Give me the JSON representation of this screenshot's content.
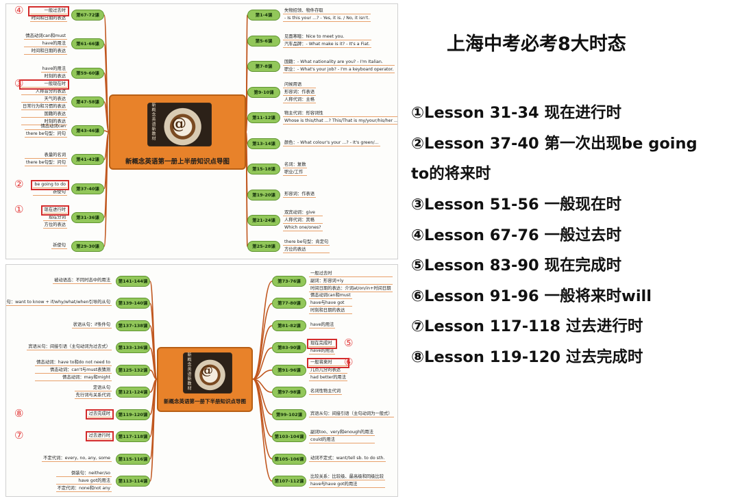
{
  "side_title": "上海中考必考8大时态",
  "tenses": [
    "①Lesson 31-34 现在进行时",
    "②Lesson 37-40 第一次出现be going",
    "to的将来时",
    "③Lesson 51-56 一般现在时",
    "④Lesson 67-76 一般过去时",
    "⑤Lesson 83-90  现在完成时",
    "⑥Lesson 91-96 一般将来时will",
    "⑦Lesson 117-118 过去进行时",
    "⑧Lesson 119-120 过去完成时"
  ],
  "map_top": {
    "center_title": "新概念英语第一册上半册知识点导图",
    "center_vertical": [
      "新概念英语新教材"
    ],
    "cup_symbol": "@",
    "left_nodes": [
      {
        "label": "第67-72课",
        "leaves": [
          "一般过去时",
          "时间和日期的表达"
        ],
        "marker": "④"
      },
      {
        "label": "第61-66课",
        "leaves": [
          "情态动词can和must",
          "have的用法",
          "时间和日期的表达"
        ]
      },
      {
        "label": "第59-60课",
        "leaves": [
          "have的用法",
          "时刻的表达"
        ]
      },
      {
        "label": "第47-58课",
        "leaves": [
          "一般现在时",
          "人称音分的表达",
          "天气的表达",
          "日常行为和习惯的表达",
          "国籍的表达",
          "时刻的表达"
        ],
        "marker": "③"
      },
      {
        "label": "第43-46课",
        "leaves": [
          "情态动词can",
          "there be句型：问句"
        ]
      },
      {
        "label": "第41-42课",
        "leaves": [
          "表量的名词",
          "there be句型：问句"
        ]
      },
      {
        "label": "第37-40课",
        "leaves": [
          "be going to do",
          "祈使句"
        ],
        "marker": "②"
      },
      {
        "label": "第31-36课",
        "leaves": [
          "现在进行时",
          "现在分词",
          "方位的表达"
        ],
        "marker": "①"
      },
      {
        "label": "第29-30课",
        "leaves": [
          "祈使句"
        ]
      }
    ],
    "right_nodes": [
      {
        "label": "第1-4课",
        "leaves": [
          "失物招领、物件存取",
          "- Is this your ...? - Yes, it is. / No, it isn't."
        ]
      },
      {
        "label": "第5-6课",
        "leaves": [
          "见面寒暄：Nice to meet you.",
          "汽车品牌：- What make is it? - It's a Fiat."
        ]
      },
      {
        "label": "第7-8课",
        "leaves": [
          "国籍：- What nationality are you? - I'm Italian.",
          "职业：- What's your job? - I'm a keyboard operator."
        ]
      },
      {
        "label": "第9-10课",
        "leaves": [
          "问候用语",
          "形容词：作表语",
          "人称代词：主格"
        ]
      },
      {
        "label": "第11-12课",
        "leaves": [
          "物主代词：形容词性",
          "Whose is this/that ...? This/That is my/your/his/her ..."
        ]
      },
      {
        "label": "第13-14课",
        "leaves": [
          "颜色：- What colour's your ...? - It's green/..."
        ]
      },
      {
        "label": "第15-18课",
        "leaves": [
          "名词：复数",
          "职业/工作"
        ]
      },
      {
        "label": "第19-20课",
        "leaves": [
          "形容词：作表语"
        ]
      },
      {
        "label": "第21-24课",
        "leaves": [
          "双宾动词：give",
          "人称代词：宾格",
          "Which one/ones?"
        ]
      },
      {
        "label": "第25-28课",
        "leaves": [
          "there be句型：肯定句",
          "方位的表达"
        ]
      }
    ]
  },
  "map_bottom": {
    "center_title": "新概念英语第一册下半册知识点导图",
    "center_vertical": [
      "新概念英语新教材"
    ],
    "cup_symbol": "@",
    "left_nodes": [
      {
        "label": "第141-144课",
        "leaves": [
          "被动语态：不同时态中的用法"
        ]
      },
      {
        "label": "第139-140课",
        "leaves": [
          "宾语从句：want to know + if/why/what/when引导的从句"
        ]
      },
      {
        "label": "第137-138课",
        "leaves": [
          "状语从句：if条件句"
        ]
      },
      {
        "label": "第133-136课",
        "leaves": [
          "宾语从句：间接引语（主句动词为过去式）"
        ]
      },
      {
        "label": "第125-132课",
        "leaves": [
          "情态动词：have to和do not need to",
          "情态动词：can't与must表猜测",
          "情态动词：may和might"
        ]
      },
      {
        "label": "第121-124课",
        "leaves": [
          "定语从句",
          "先行词与关系代词"
        ]
      },
      {
        "label": "第119-120课",
        "leaves": [
          "过去完成时"
        ],
        "marker": "⑧"
      },
      {
        "label": "第117-118课",
        "leaves": [
          "过去进行时"
        ],
        "marker": "⑦"
      },
      {
        "label": "第115-116课",
        "leaves": [
          "不定代词：every, no, any, some"
        ]
      },
      {
        "label": "第113-114课",
        "leaves": [
          "倒装句：neither/so",
          "have got的用法",
          "不定代词：none和not any"
        ]
      }
    ],
    "right_nodes": [
      {
        "label": "第73-76课",
        "leaves": [
          "一般过去时",
          "副词：形容词+ly",
          "时间日期的表达：介词at/on/in+时间日期"
        ]
      },
      {
        "label": "第77-80课",
        "leaves": [
          "情态动词can和must",
          "have与have got",
          "时刻和日期的表达"
        ]
      },
      {
        "label": "第81-82课",
        "leaves": [
          "have的用法"
        ]
      },
      {
        "label": "第83-90课",
        "leaves": [
          "现在完成时",
          "have的用法"
        ],
        "marker": "⑤"
      },
      {
        "label": "第91-96课",
        "leaves": [
          "一般将来时",
          "几点几分的表达",
          "had better的用法"
        ],
        "marker": "⑥"
      },
      {
        "label": "第97-98课",
        "leaves": [
          "名词性物主代词"
        ]
      },
      {
        "label": "第99-102课",
        "leaves": [
          "宾语从句：间接引语（主句动词为一般式）"
        ]
      },
      {
        "label": "第103-104课",
        "leaves": [
          "副词too、very和enough的用法",
          "could的用法"
        ]
      },
      {
        "label": "第105-106课",
        "leaves": [
          "动词不定式：want/tell sb. to do sth."
        ]
      },
      {
        "label": "第107-112课",
        "leaves": [
          "比较关系：比较级、最高级和同级比较",
          "have与have got的用法"
        ]
      }
    ]
  }
}
